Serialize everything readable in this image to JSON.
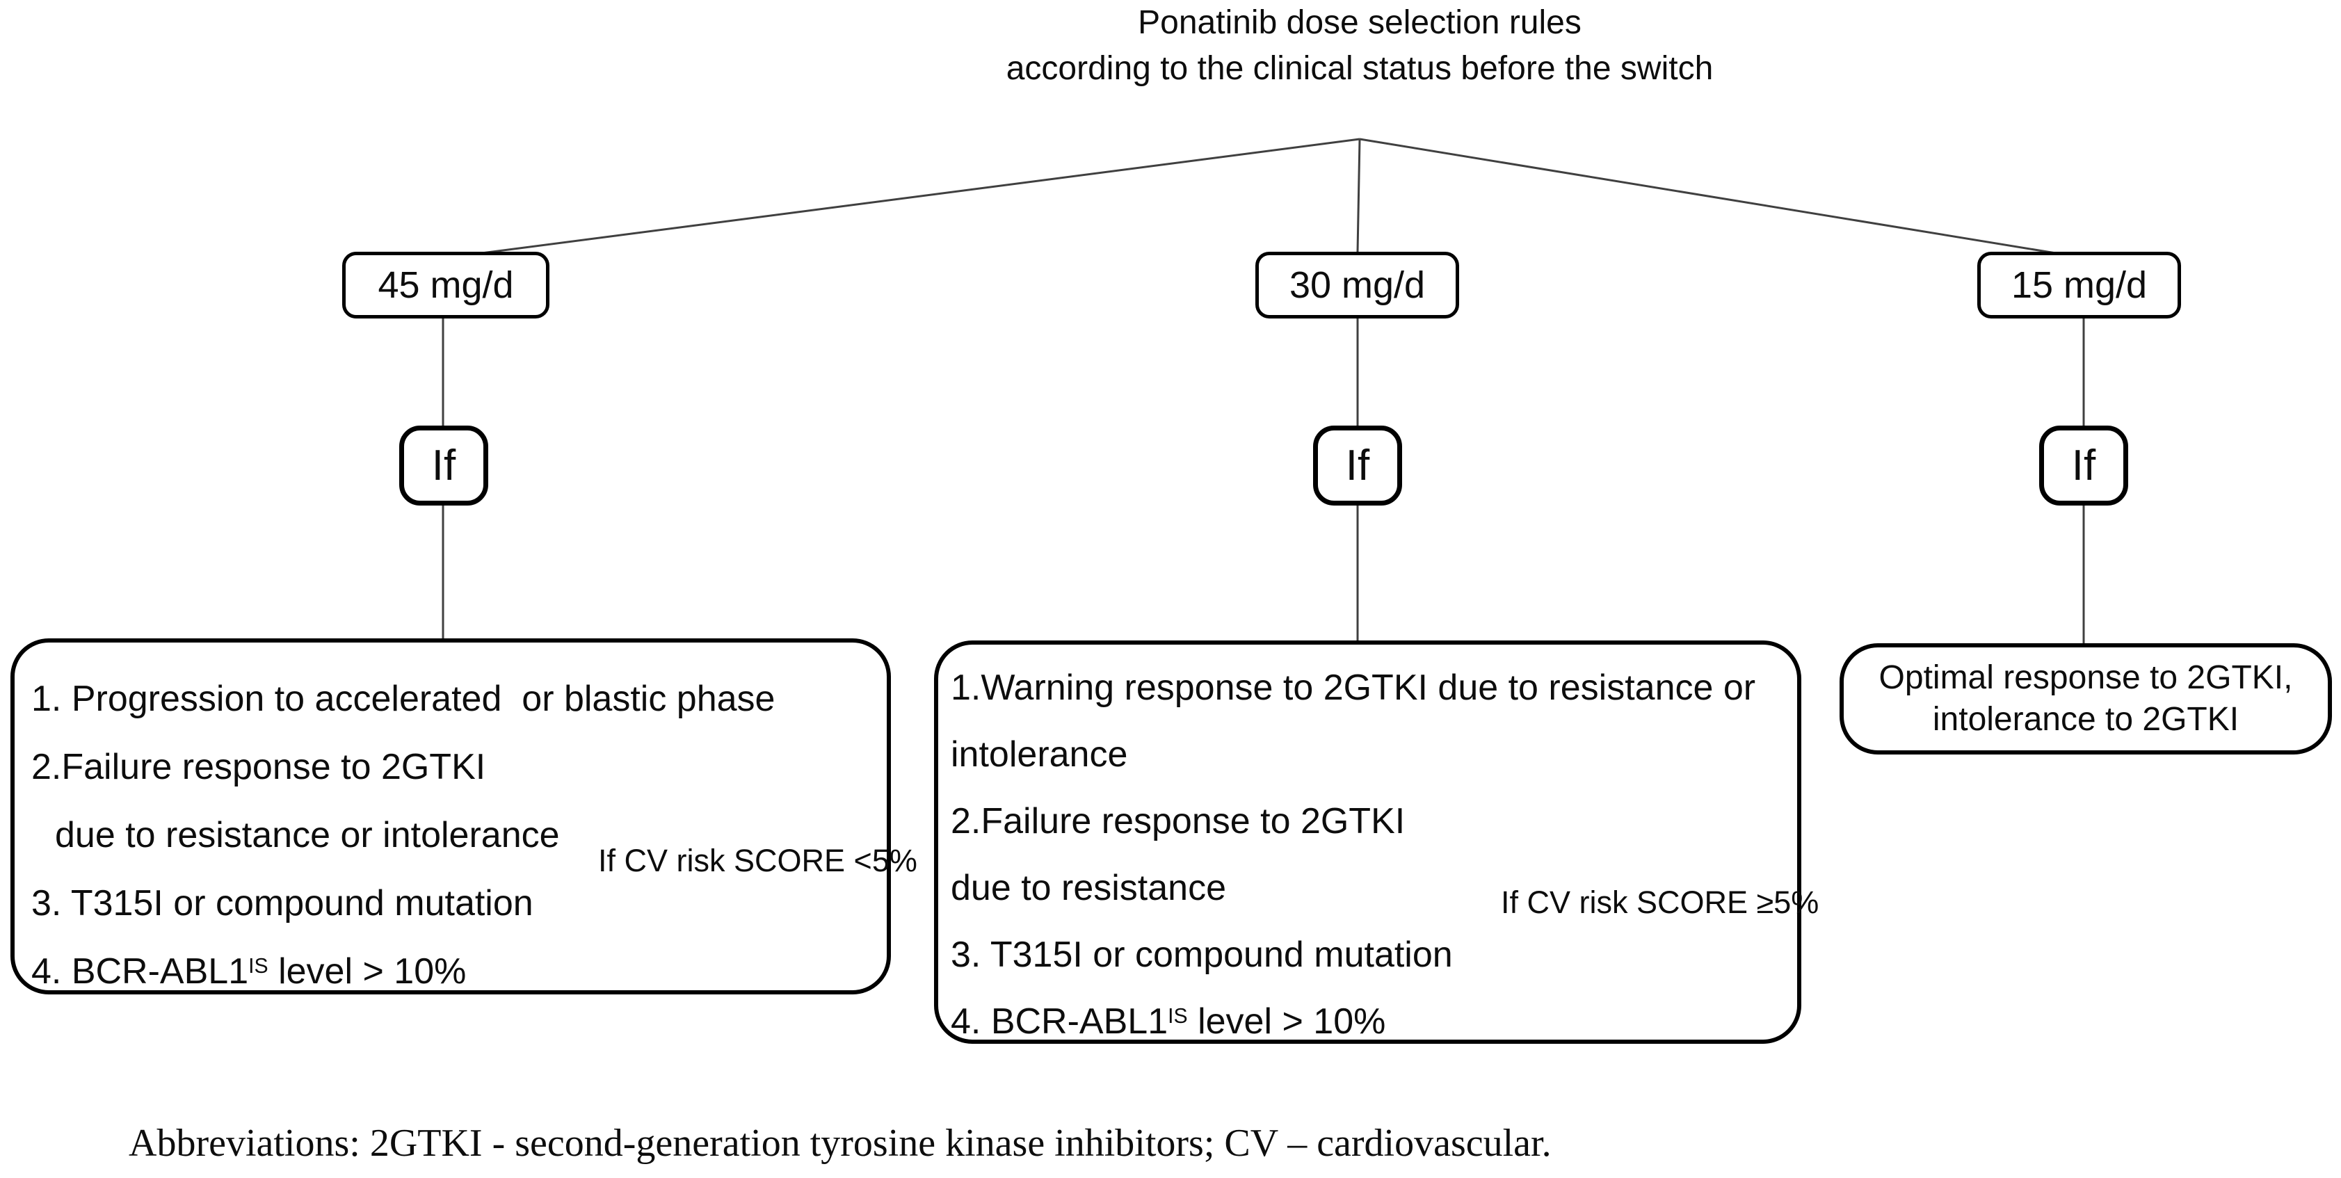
{
  "title": {
    "line1": "Ponatinib dose selection rules",
    "line2": "according to the clinical status before the switch"
  },
  "dose_boxes": [
    {
      "label": "45 mg/d"
    },
    {
      "label": "30 mg/d"
    },
    {
      "label": "15 mg/d"
    }
  ],
  "if_label": "If",
  "left_box": {
    "lines": [
      "1. Progression to accelerated  or blastic phase",
      "2.Failure response to 2GTKI",
      "due to resistance or intolerance",
      "3. T315I or compound mutation"
    ],
    "bcr": {
      "prefix": "4. BCR-ABL1",
      "sup": "IS",
      "suffix": " level > 10%"
    },
    "bracket_label": "If CV risk SCORE <5%"
  },
  "middle_box": {
    "lines": [
      "1.Warning response to 2GTKI due to resistance or",
      "intolerance",
      "2.Failure response to 2GTKI",
      "due to resistance",
      "3. T315I or compound mutation"
    ],
    "bcr": {
      "prefix": "4. BCR-ABL1",
      "sup": "IS",
      "suffix": " level > 10%"
    },
    "bracket_label": "If CV risk SCORE ≥5%"
  },
  "right_box": {
    "lines": [
      "Optimal response to 2GTKI,",
      "intolerance to 2GTKI"
    ]
  },
  "footnote": "Abbreviations: 2GTKI - second-generation tyrosine kinase inhibitors; CV – cardiovascular.",
  "colors": {
    "ink": "#111111",
    "border": "#000000",
    "connector": "#404040",
    "background": "#ffffff"
  }
}
